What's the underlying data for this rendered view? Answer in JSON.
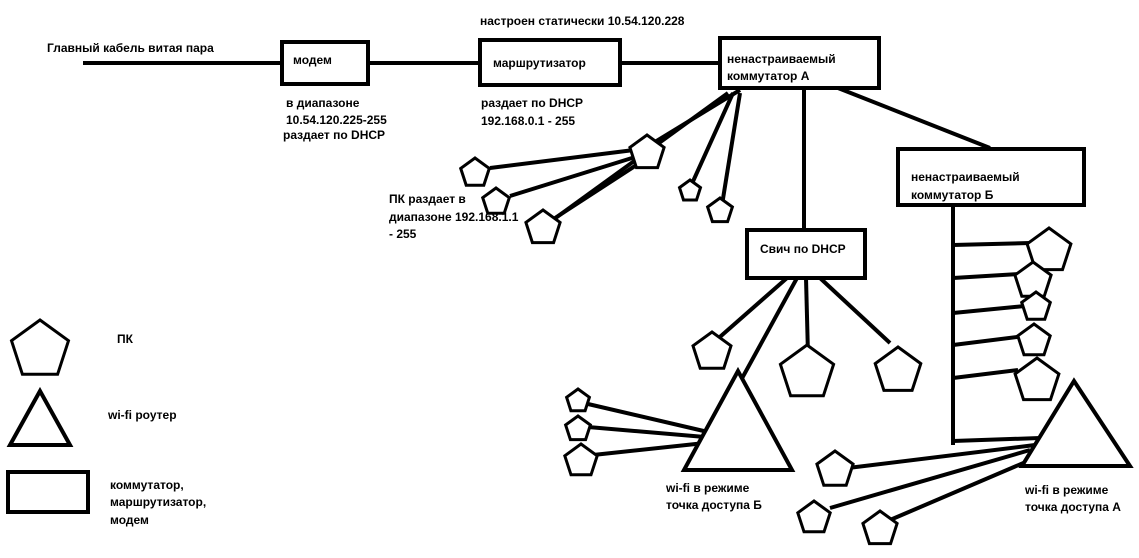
{
  "colors": {
    "ink": "#000000",
    "background": "#ffffff"
  },
  "labels": {
    "main_cable": "Главный кабель витая пара",
    "modem": "модем",
    "modem_range_1": "в диапазоне",
    "modem_range_2": "10.54.120.225-255",
    "modem_range_3": "раздает по DHCP",
    "router_static": "настроен статически 10.54.120.228",
    "router": "маршрутизатор",
    "router_dhcp_1": "раздает по DHCP",
    "router_dhcp_2": "192.168.0.1 - 255",
    "switch_a_1": "ненастраиваемый",
    "switch_a_2": "коммутатор А",
    "switch_b_1": "ненастраиваемый",
    "switch_b_2": "коммутатор Б",
    "dhcp_switch": "Свич по DHCP",
    "pc_dhcp_1": "ПК раздает в",
    "pc_dhcp_2": "диапазоне 192.168.1.1",
    "pc_dhcp_3": "- 255",
    "ap_b_1": "wi-fi в режиме",
    "ap_b_2": "точка доступа Б",
    "ap_a_1": "wi-fi в режиме",
    "ap_a_2": "точка доступа А"
  },
  "legend": {
    "pc": "ПК",
    "wifi_router": "wi-fi роутер",
    "device_1": "коммутатор,",
    "device_2": "маршрутизатор,",
    "device_3": "модем"
  }
}
